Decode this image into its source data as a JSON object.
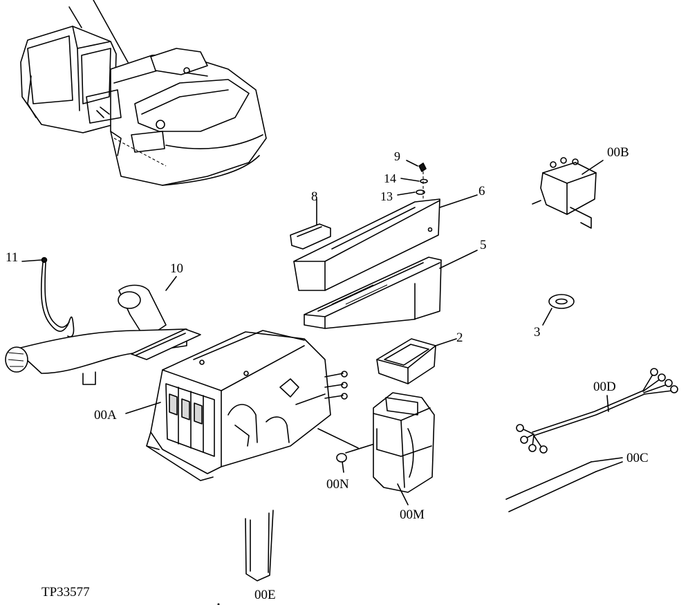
{
  "figure_id": "TP33577",
  "callouts": {
    "c9": "9",
    "c14": "14",
    "c13": "13",
    "c8": "8",
    "c6": "6",
    "c5": "5",
    "c00B": "00B",
    "c11": "11",
    "c10": "10",
    "c3": "3",
    "c2": "2",
    "c00A": "00A",
    "c00D": "00D",
    "c00C": "00C",
    "c00N": "00N",
    "c00M": "00M",
    "c00E": "00E"
  }
}
